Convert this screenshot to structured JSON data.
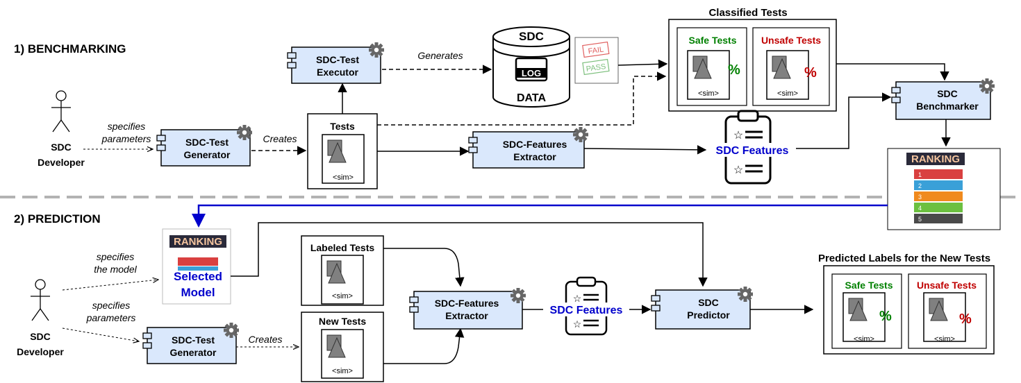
{
  "sections": {
    "benchmarking": "1) BENCHMARKING",
    "prediction": "2) PREDICTION"
  },
  "actors": {
    "developer1": [
      "SDC",
      "Developer"
    ],
    "developer2": [
      "SDC",
      "Developer"
    ]
  },
  "components": {
    "test_generator_1": [
      "SDC-Test",
      "Generator"
    ],
    "test_executor": [
      "SDC-Test",
      "Executor"
    ],
    "features_extractor_1": [
      "SDC-Features",
      "Extractor"
    ],
    "benchmarker": [
      "SDC",
      "Benchmarker"
    ],
    "test_generator_2": [
      "SDC-Test",
      "Generator"
    ],
    "features_extractor_2": [
      "SDC-Features",
      "Extractor"
    ],
    "predictor": [
      "SDC",
      "Predictor"
    ]
  },
  "edge_labels": {
    "specifies_parameters_1": [
      "specifies",
      "parameters"
    ],
    "creates_1": "Creates",
    "generates": "Generates",
    "specifies_model": [
      "specifies",
      "the model"
    ],
    "specifies_parameters_2": [
      "specifies",
      "parameters"
    ],
    "creates_2": "Creates"
  },
  "database": {
    "title": "SDC",
    "log": "LOG",
    "data": "DATA"
  },
  "stamps": {
    "fail": "FAIL",
    "pass": "PASS"
  },
  "tests": {
    "tests_title": "Tests",
    "sim": "<sim>",
    "labeled_tests": "Labeled Tests",
    "new_tests": "New Tests"
  },
  "classified": {
    "title": "Classified Tests",
    "safe": "Safe Tests",
    "unsafe": "Unsafe Tests",
    "percent": "%"
  },
  "predicted": {
    "title": "Predicted Labels for the New Tests",
    "safe": "Safe Tests",
    "unsafe": "Unsafe Tests",
    "percent": "%"
  },
  "features": {
    "label1": "SDC Features",
    "label2": "SDC Features"
  },
  "ranking": {
    "title": "RANKING",
    "items": [
      "1",
      "2",
      "3",
      "4",
      "5"
    ],
    "selected_model": [
      "Selected",
      "Model"
    ]
  },
  "colors": {
    "component_fill": "#dae8fc",
    "safe_green": "#008000",
    "unsafe_red": "#c00000",
    "features_blue": "#0000cc",
    "arrow_blue": "#0000cc",
    "divider_gray": "#b3b3b3"
  }
}
